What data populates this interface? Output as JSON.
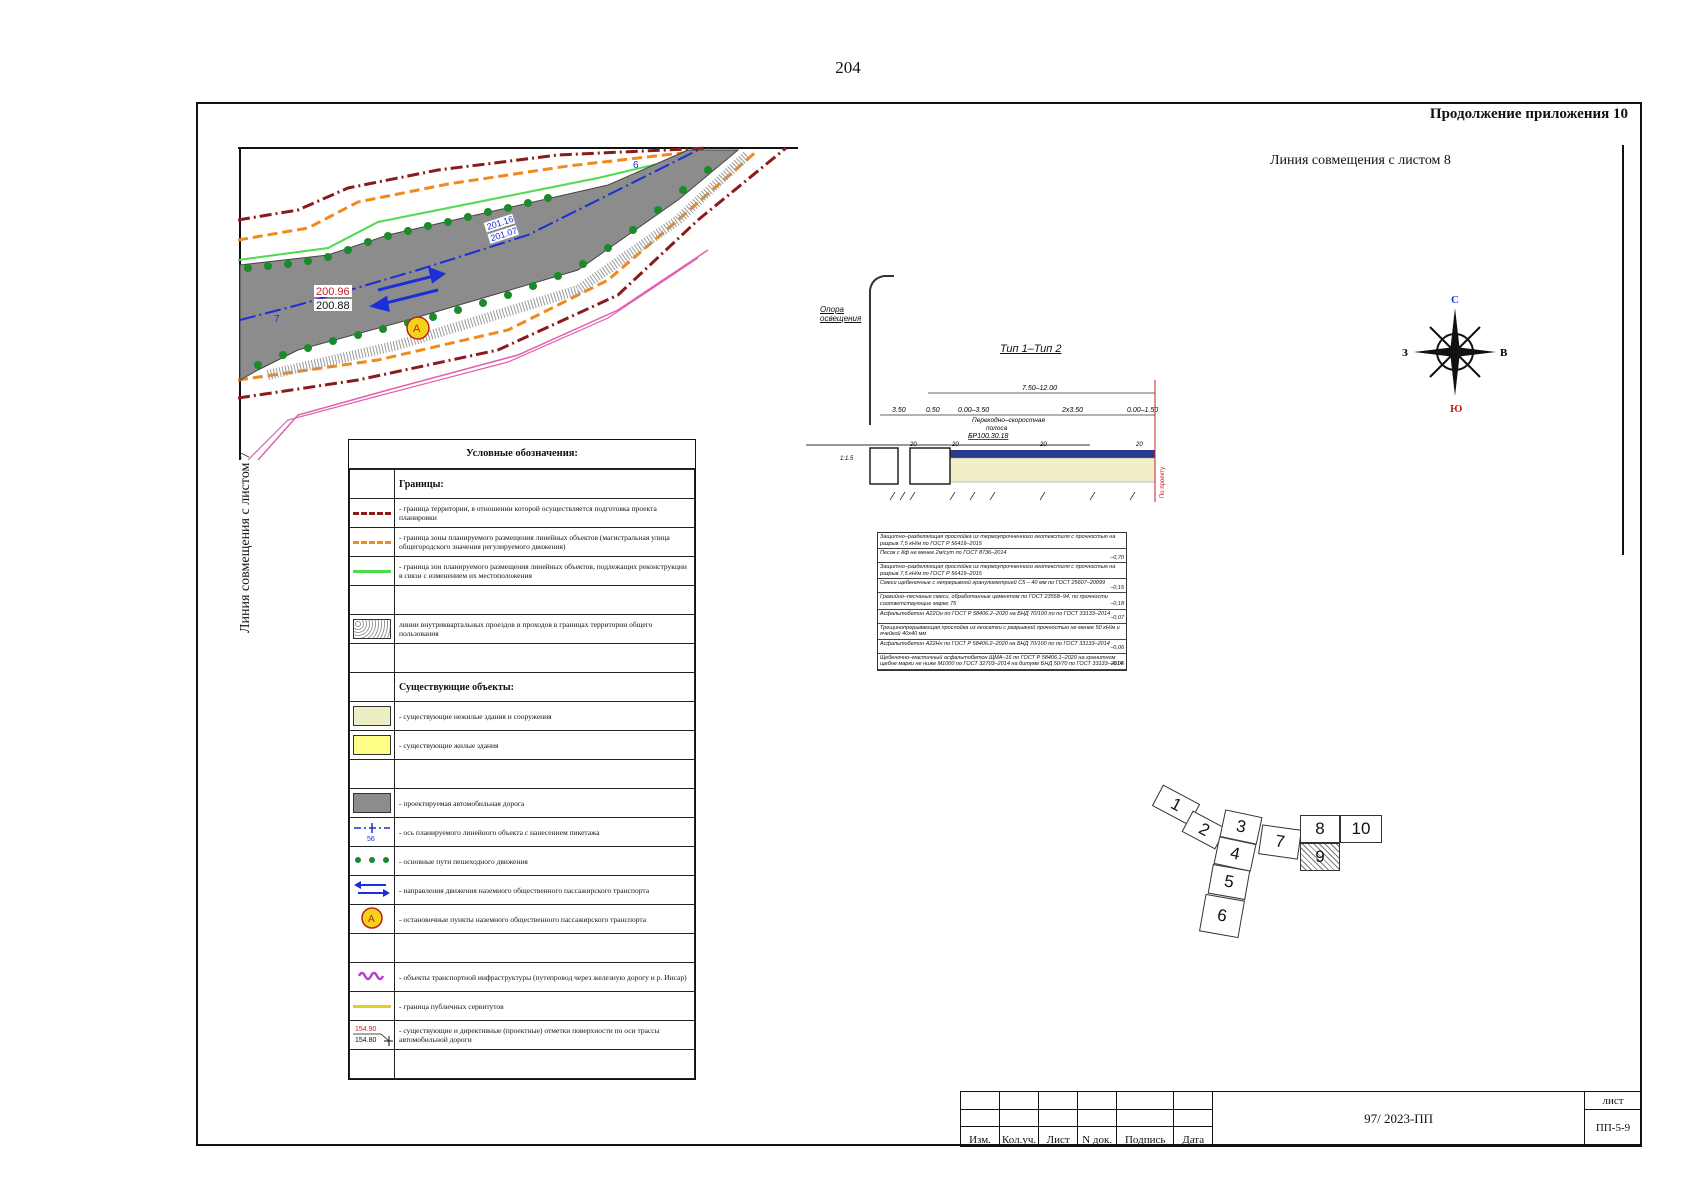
{
  "page_number": "204",
  "appendix_title": "Продолжение приложения 10",
  "match_line_top": "Линия совмещения с листом 8",
  "match_line_left": "Линия совмещения с листом 7",
  "plan": {
    "stations": [
      "6",
      "7"
    ],
    "elev_design_1": "200.96",
    "elev_existing_1": "200.88",
    "elev_design_2": "201.16",
    "elev_existing_2": "201.07",
    "stop_marker": "A"
  },
  "cross_section": {
    "title": "Тип 1–Тип 2",
    "pole_label": [
      "Опора",
      "освещения"
    ],
    "total_width": "7.50–12.00",
    "dims": [
      "3.50",
      "0.50",
      "0.00–3.50",
      "2х3.50",
      "0.00–1.50"
    ],
    "lane_label": [
      "Переходно–скоростная",
      "полоса"
    ],
    "curb": "БР100.30.18",
    "slopes": [
      "20",
      "20",
      "20",
      "20"
    ],
    "slope_left": "1:1.5",
    "side_label": "По проекту",
    "layers": [
      {
        "text": "Защитно–разделяющая прослойка из термоупрочненного геотекстиля с прочностью на разрыв 7,5 кН/м по ГОСТ Р 56419–2015",
        "thickness": ""
      },
      {
        "text": "Песок с Кф не менее 2м/сут по ГОСТ 8736–2014",
        "thickness": "–0,70"
      },
      {
        "text": "Защитно–разделяющая прослойка из термоупрочненного геотекстиля с прочностью на разрыв 7,5 кН/м по ГОСТ Р 56419–2015",
        "thickness": ""
      },
      {
        "text": "Смеси щебеночные с непрерывной гранулометрией С5 – 40 мм по ГОСТ 25607–20099",
        "thickness": "–0,15"
      },
      {
        "text": "Гравийно–песчаные смеси, обработанные цементом по ГОСТ 23558–94, по прочности соответствующие марке 75",
        "thickness": "–0,18"
      },
      {
        "text": "Асфальтобетон А22Он по ГОСТ Р 58406.2–2020 на БНД 70/100 по по ГОСТ 33133–2014",
        "thickness": "–0,07"
      },
      {
        "text": "Трещинопрерывающая прослойка из геосетки с разрывной прочностью не менее 50 кН/м и ячейкой 40х40 мм",
        "thickness": ""
      },
      {
        "text": "Асфальтобетон А22Нн по ГОСТ Р 58406.2–2020 на БНД 70/100 по по ГОСТ 33133–2014",
        "thickness": "–0,06"
      },
      {
        "text": "Щебеночно–мастичный асфальтобетон ЩМА–16 по ГОСТ Р 58406.1–2020 на гранитном щебне марки не ниже М1000 по ГОСТ 32703–2014 на битуме БНД 50/70 по ГОСТ 33133–2014",
        "thickness": "–0,05"
      }
    ]
  },
  "compass": {
    "north": "С",
    "south": "Ю",
    "west": "З",
    "east": "В"
  },
  "key_map": [
    "1",
    "2",
    "3",
    "4",
    "5",
    "6",
    "7",
    "8",
    "9",
    "10"
  ],
  "legend": {
    "title": "Условные обозначения:",
    "sections": {
      "borders": "Границы:",
      "existing": "Существующие объекты:"
    },
    "items": {
      "territory_border": "- граница территории, в отношении которой осуществляется подготовка проекта планировки",
      "zone_border": "- граница зоны планируемого размещения линейных объектов (магистральная улица общегородского значения регулируемого движения)",
      "reconstruction_border": "- граница зон планируемого размещения линейных объектов, подлежащих реконструкции в связи с изменением их местоположения",
      "internal_passages": "линии внутриквартальных проездов и проходов в границах территории общего пользования",
      "nonresidential": "- существующие нежилые здания и сооружения",
      "residential": "- существующие жилые здания",
      "road": "- проектируемая автомобильная дорога",
      "axis": "- ось планируемого линейного объекта с нанесением пикетажа",
      "axis_station": "56",
      "pedestrian": "- основные пути пешеходного движения",
      "transit_direction": "- направления движения наземного общественного пассажирского транспорта",
      "stops": "- остановочные пункты наземного общественного пассажирского транспорта",
      "stop_letter": "A",
      "infrastructure": "- объекты транспортной инфраструктуры (путепровод через железную дорогу и р. Инсар)",
      "servitude": "- граница публичных сервитутов",
      "elevations": "- существующие и директивные (проектные) отметки поверхности по оси трассы автомобильной дороги",
      "elev_top": "154.90",
      "elev_bottom": "154.80"
    }
  },
  "title_block": {
    "labels": [
      "Изм.",
      "Кол.уч.",
      "Лист",
      "N док.",
      "Подпись",
      "Дата"
    ],
    "document_code": "97/ 2023-ПП",
    "sheet_label": "лист",
    "sheet_number": "ПП-5-9"
  },
  "colors": {
    "territory_border": "#8b1a1a",
    "zone_border": "#f08a1c",
    "reconstruction_border": "#4ddb4d",
    "road": "#8c8c8c",
    "nonresidential": "#eeeec4",
    "residential": "#ffff88",
    "axis": "#1a2fd6",
    "pedestrian": "#1a8a2a",
    "stop": "#f5d21a",
    "infrastructure": "#b040d0",
    "servitude": "#e0d020"
  }
}
